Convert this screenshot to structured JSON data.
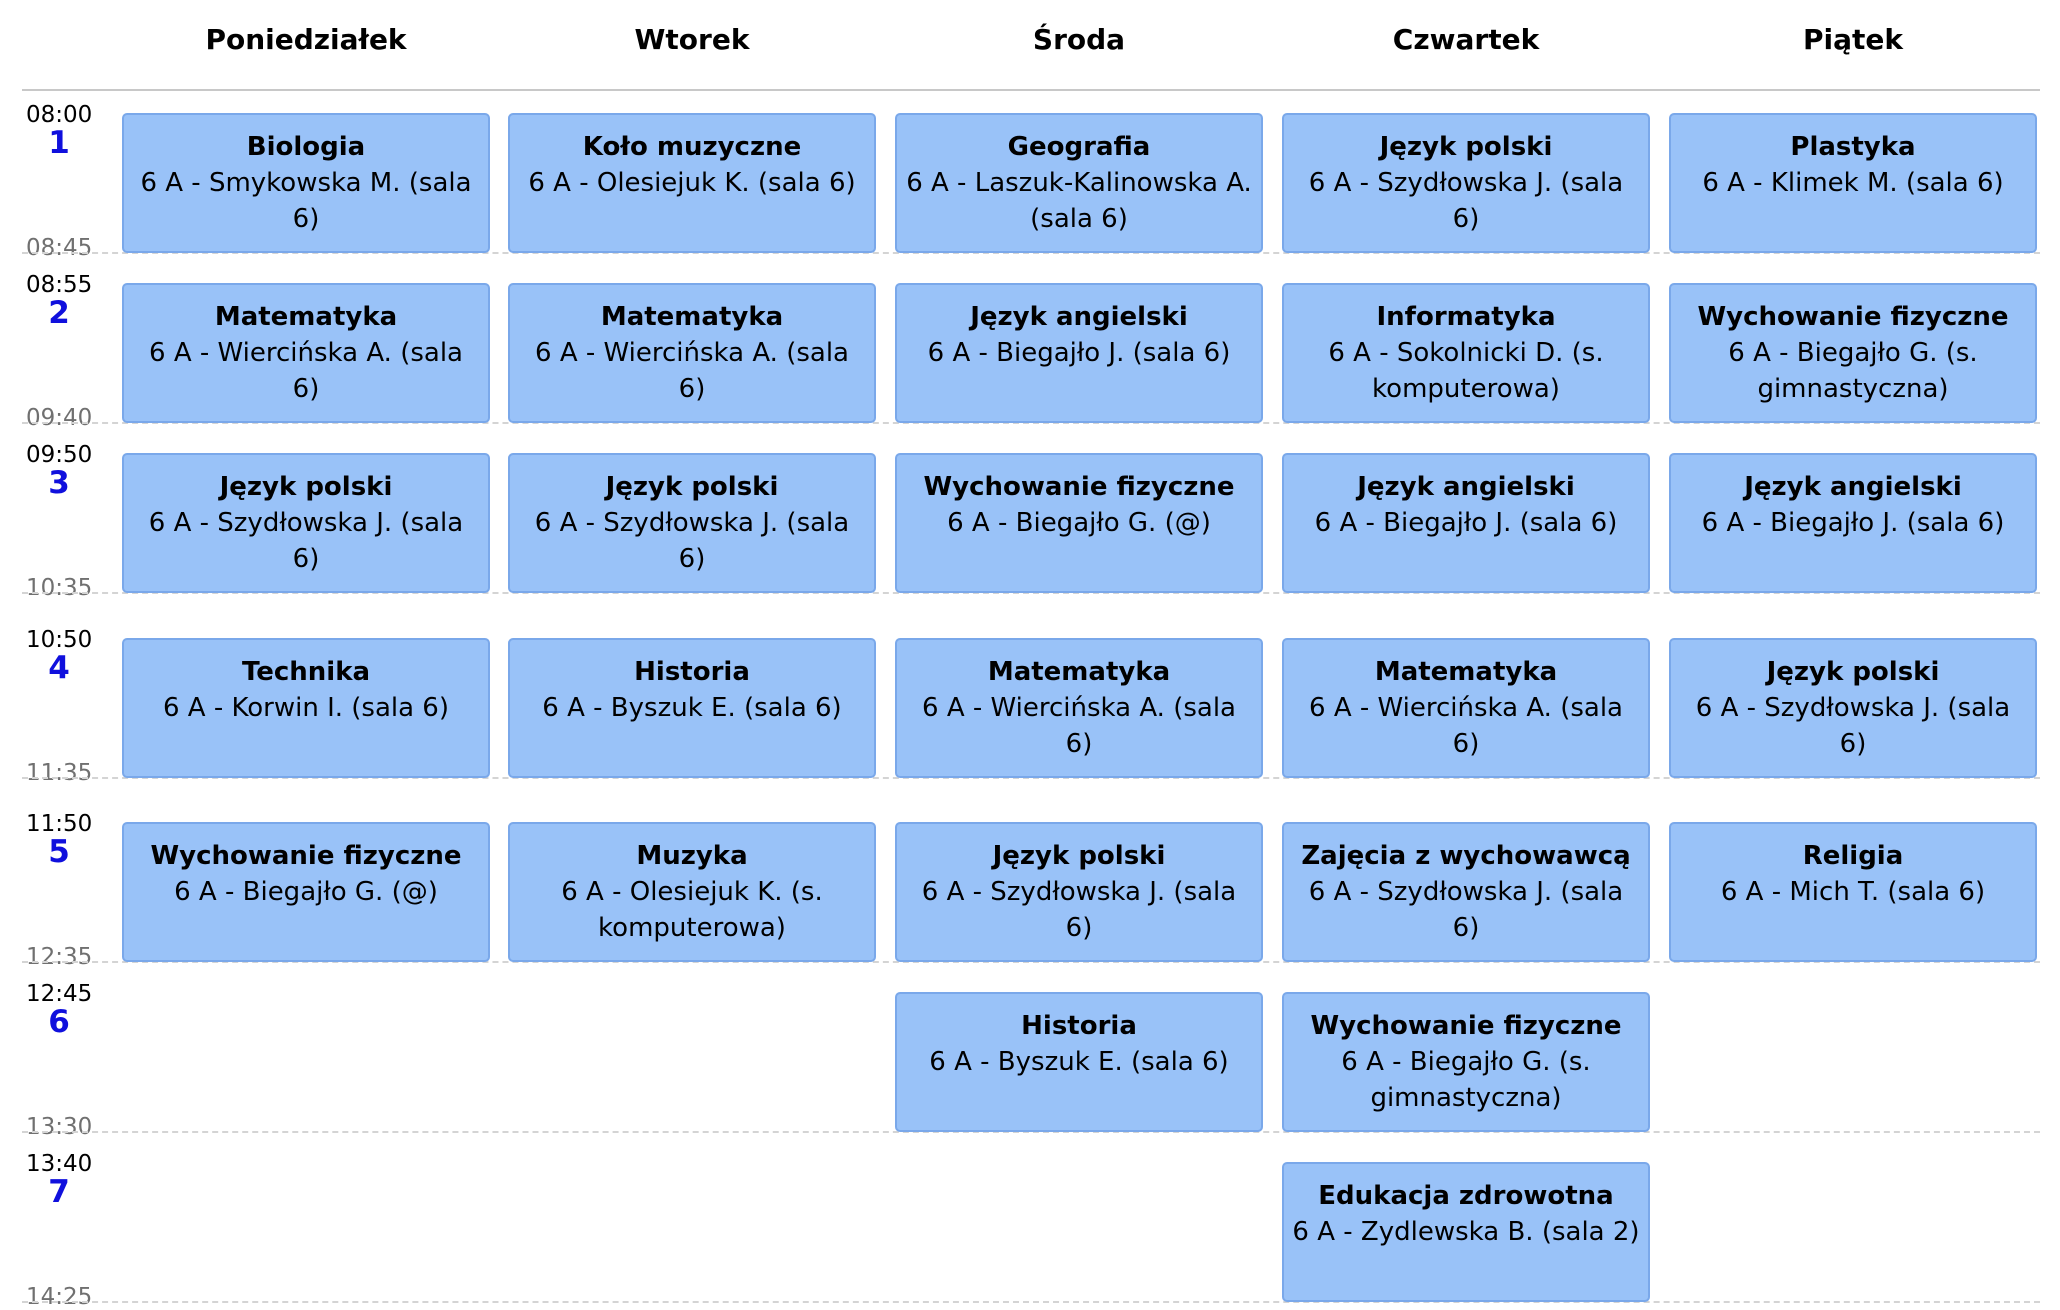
{
  "days": [
    "Poniedziałek",
    "Wtorek",
    "Środa",
    "Czwartek",
    "Piątek"
  ],
  "slots": [
    {
      "number": "1",
      "start": "08:00",
      "end": "08:45"
    },
    {
      "number": "2",
      "start": "08:55",
      "end": "09:40"
    },
    {
      "number": "3",
      "start": "09:50",
      "end": "10:35"
    },
    {
      "number": "4",
      "start": "10:50",
      "end": "11:35"
    },
    {
      "number": "5",
      "start": "11:50",
      "end": "12:35"
    },
    {
      "number": "6",
      "start": "12:45",
      "end": "13:30"
    },
    {
      "number": "7",
      "start": "13:40",
      "end": "14:25"
    }
  ],
  "lessons": [
    {
      "day": 0,
      "slot": 0,
      "subject": "Biologia",
      "detail": "6 A - Smykowska M. (sala 6)"
    },
    {
      "day": 0,
      "slot": 1,
      "subject": "Matematyka",
      "detail": "6 A - Wiercińska A. (sala 6)"
    },
    {
      "day": 0,
      "slot": 2,
      "subject": "Język polski",
      "detail": "6 A - Szydłowska J. (sala 6)"
    },
    {
      "day": 0,
      "slot": 3,
      "subject": "Technika",
      "detail": "6 A - Korwin I. (sala 6)"
    },
    {
      "day": 0,
      "slot": 4,
      "subject": "Wychowanie fizyczne",
      "detail": "6 A - Biegajło G. (@)"
    },
    {
      "day": 1,
      "slot": 0,
      "subject": "Koło muzyczne",
      "detail": "6 A - Olesiejuk K. (sala 6)"
    },
    {
      "day": 1,
      "slot": 1,
      "subject": "Matematyka",
      "detail": "6 A - Wiercińska A. (sala 6)"
    },
    {
      "day": 1,
      "slot": 2,
      "subject": "Język polski",
      "detail": "6 A - Szydłowska J. (sala 6)"
    },
    {
      "day": 1,
      "slot": 3,
      "subject": "Historia",
      "detail": "6 A - Byszuk E. (sala 6)"
    },
    {
      "day": 1,
      "slot": 4,
      "subject": "Muzyka",
      "detail": "6 A - Olesiejuk K. (s. komputerowa)"
    },
    {
      "day": 2,
      "slot": 0,
      "subject": "Geografia",
      "detail": "6 A - Laszuk-Kalinowska A. (sala 6)"
    },
    {
      "day": 2,
      "slot": 1,
      "subject": "Język angielski",
      "detail": "6 A - Biegajło J. (sala 6)"
    },
    {
      "day": 2,
      "slot": 2,
      "subject": "Wychowanie fizyczne",
      "detail": "6 A - Biegajło G. (@)"
    },
    {
      "day": 2,
      "slot": 3,
      "subject": "Matematyka",
      "detail": "6 A - Wiercińska A. (sala 6)"
    },
    {
      "day": 2,
      "slot": 4,
      "subject": "Język polski",
      "detail": "6 A - Szydłowska J. (sala 6)"
    },
    {
      "day": 2,
      "slot": 5,
      "subject": "Historia",
      "detail": "6 A - Byszuk E. (sala 6)"
    },
    {
      "day": 3,
      "slot": 0,
      "subject": "Język polski",
      "detail": "6 A - Szydłowska J. (sala 6)"
    },
    {
      "day": 3,
      "slot": 1,
      "subject": "Informatyka",
      "detail": "6 A - Sokolnicki D. (s. komputerowa)"
    },
    {
      "day": 3,
      "slot": 2,
      "subject": "Język angielski",
      "detail": "6 A - Biegajło J. (sala 6)"
    },
    {
      "day": 3,
      "slot": 3,
      "subject": "Matematyka",
      "detail": "6 A - Wiercińska A. (sala 6)"
    },
    {
      "day": 3,
      "slot": 4,
      "subject": "Zajęcia z wychowawcą",
      "detail": "6 A - Szydłowska J. (sala 6)"
    },
    {
      "day": 3,
      "slot": 5,
      "subject": "Wychowanie fizyczne",
      "detail": "6 A - Biegajło G. (s. gimnastyczna)"
    },
    {
      "day": 3,
      "slot": 6,
      "subject": "Edukacja zdrowotna",
      "detail": "6 A - Zydlewska B. (sala 2)"
    },
    {
      "day": 4,
      "slot": 0,
      "subject": "Plastyka",
      "detail": "6 A - Klimek M. (sala 6)"
    },
    {
      "day": 4,
      "slot": 1,
      "subject": "Wychowanie fizyczne",
      "detail": "6 A - Biegajło G. (s. gimnastyczna)"
    },
    {
      "day": 4,
      "slot": 2,
      "subject": "Język angielski",
      "detail": "6 A - Biegajło J. (sala 6)"
    },
    {
      "day": 4,
      "slot": 3,
      "subject": "Język polski",
      "detail": "6 A - Szydłowska J. (sala 6)"
    },
    {
      "day": 4,
      "slot": 4,
      "subject": "Religia",
      "detail": "6 A - Mich T. (sala 6)"
    }
  ],
  "colors": {
    "lesson_fill": "#99c2f8",
    "lesson_border": "#7aa8ea",
    "lesson_number": "#1010dd"
  }
}
